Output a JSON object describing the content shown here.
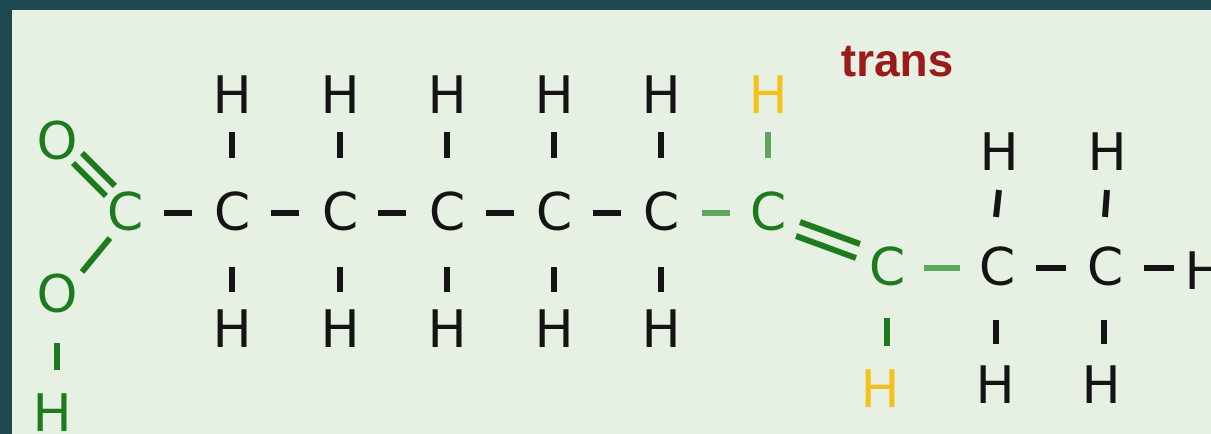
{
  "diagram": {
    "label_trans": "trans",
    "atoms": {
      "carbon": "C",
      "hydrogen": "H",
      "oxygen": "O"
    },
    "colors": {
      "background": "#e7f1e3",
      "frame": "#1e4a4f",
      "chain": "#141414",
      "functional_group": "#1d7a1d",
      "trans_hydrogen": "#f2c21b",
      "trans_label": "#9b1b1b"
    }
  }
}
